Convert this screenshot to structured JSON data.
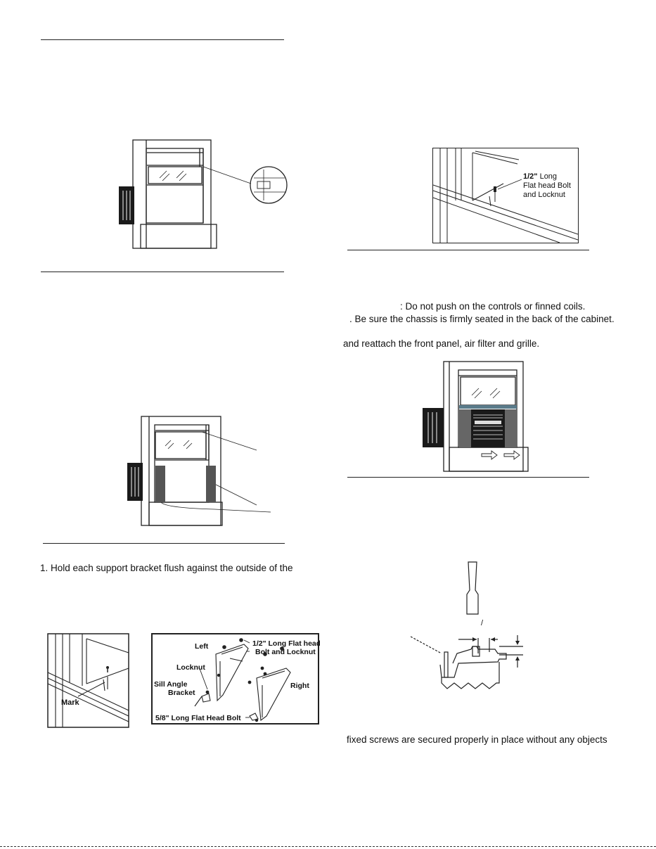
{
  "left_column": {
    "step_text": "1. Hold each support bracket flush against the outside of the",
    "figure_mark_label": "Mark",
    "parts_figure": {
      "left_label": "Left",
      "bolt_half_inch_label": "1/2\" Long Flat head",
      "bolt_and_locknut_label": "Bolt and Locknut",
      "locknut_label": "Locknut",
      "sill_angle_label": "Sill Angle",
      "bracket_label": "Bracket",
      "right_label": "Right",
      "bolt_five_eighths_label": "5/8\" Long Flat Head Bolt"
    }
  },
  "right_column": {
    "bolt_callout": {
      "size": "1/2\"",
      "line1_rest": " Long",
      "line2": "Flat head Bolt",
      "line3": "and Locknut"
    },
    "caution_text": ": Do not push on the controls or finned coils.",
    "chassis_text": ". Be sure the chassis is firmly seated in the back of the cabinet.",
    "reattach_text": "and reattach the front panel, air filter and grille.",
    "screws_text": "fixed screws are secured properly in place without any objects",
    "slash_mark": "/"
  }
}
